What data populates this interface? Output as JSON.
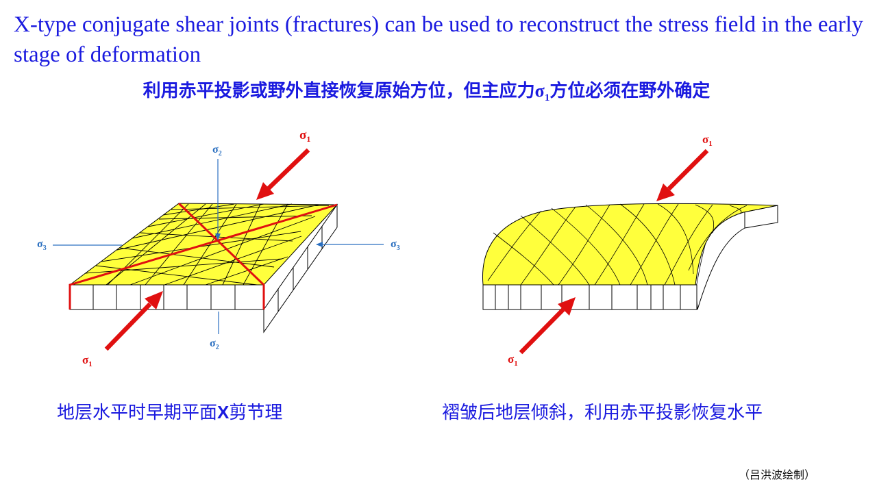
{
  "title": "X-type conjugate shear joints (fractures) can be used to reconstruct the stress field in the early stage of deformation",
  "subtitle": {
    "before": "利用赤平投影或野外直接恢复原始方位，但主应力",
    "sigma": "σ",
    "sigma_sub": "1",
    "after": "方位必须在野外确定"
  },
  "left_panel": {
    "sigma1_top": {
      "s": "σ",
      "n": "1"
    },
    "sigma1_bottom": {
      "s": "σ",
      "n": "1"
    },
    "sigma2_top": {
      "s": "σ",
      "n": "2"
    },
    "sigma2_bottom": {
      "s": "σ",
      "n": "2"
    },
    "sigma3_left": {
      "s": "σ",
      "n": "3"
    },
    "sigma3_right": {
      "s": "σ",
      "n": "3"
    },
    "caption_before": "地层水平时早期平面",
    "caption_x": "X",
    "caption_after": "剪节理"
  },
  "right_panel": {
    "sigma1_top": {
      "s": "σ",
      "n": "1"
    },
    "sigma1_bottom": {
      "s": "σ",
      "n": "1"
    },
    "caption": "褶皱后地层倾斜，利用赤平投影恢复水平"
  },
  "credit": "（吕洪波绘制）",
  "colors": {
    "text_blue": "#1a1adf",
    "layer_yellow": "#ffff3c",
    "arrow_red": "#e01010",
    "stress_blue": "#2a6fc0"
  }
}
